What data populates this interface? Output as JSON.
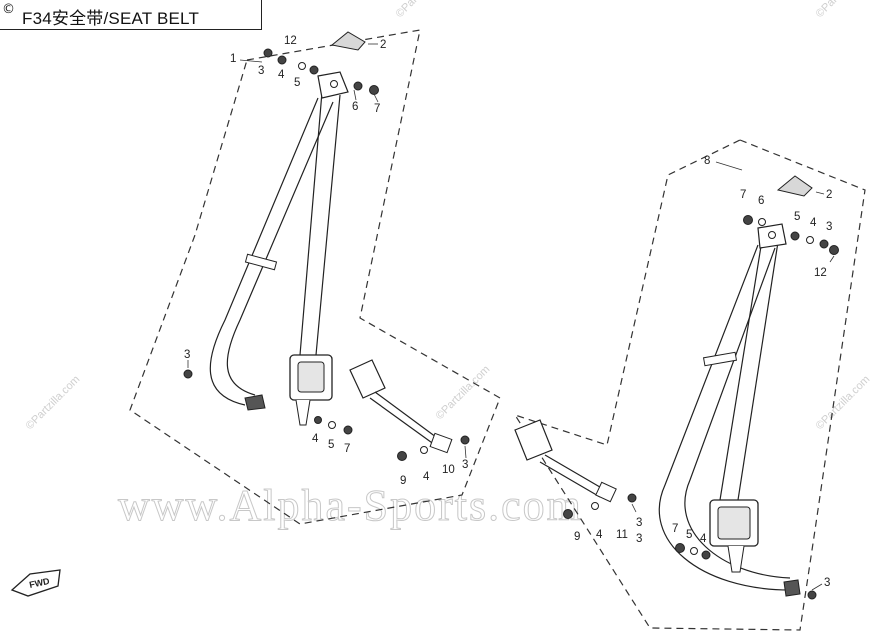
{
  "header": {
    "title": "F34安全带/SEAT BELT",
    "corner_mark": "©"
  },
  "watermark": {
    "main": "www.Alpha-Sports.com",
    "small": "©Partzilla.com"
  },
  "fwd_label": "FWD",
  "left_assembly": {
    "callouts": [
      "1",
      "12",
      "2",
      "3",
      "4",
      "5",
      "6",
      "7",
      "3",
      "4",
      "5",
      "7",
      "9",
      "4",
      "10",
      "3"
    ]
  },
  "right_assembly": {
    "callouts": [
      "8",
      "7",
      "6",
      "2",
      "5",
      "4",
      "3",
      "12",
      "3",
      "9",
      "4",
      "11",
      "3",
      "7",
      "5",
      "4",
      "3"
    ]
  }
}
